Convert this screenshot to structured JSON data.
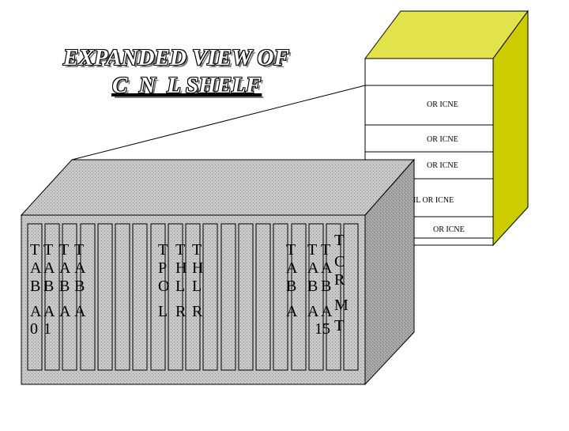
{
  "title": {
    "line1": "EXPANDED VIEW OF",
    "line2": "C  N  L SHELF"
  },
  "cabinet": {
    "shelf_labels": [
      "OR   ICNE",
      "OR   ICNE",
      "OR   ICNE",
      "NL  OR   ICNE",
      "OR   ICNE"
    ]
  },
  "shelf": {
    "columns": [
      [
        "T",
        "A",
        "B",
        "A",
        "0"
      ],
      [
        "T",
        "A",
        "B",
        "A",
        "1"
      ],
      [
        "T",
        "A",
        "B",
        "A",
        ""
      ],
      [
        "T",
        "A",
        "B",
        "A",
        ""
      ],
      [
        "T",
        "P",
        "O",
        "L",
        ""
      ],
      [
        "T",
        "H",
        "L",
        "R",
        ""
      ],
      [
        "T",
        "H",
        "L",
        "R",
        ""
      ],
      [
        "T",
        "A",
        "B",
        "A",
        ""
      ],
      [
        "T",
        "A",
        "B",
        "A",
        "15"
      ],
      [
        "T",
        "A",
        "B",
        "A",
        ""
      ],
      [
        "T",
        "C",
        "R",
        "M",
        "T"
      ]
    ]
  },
  "colors": {
    "cabinet_yellow": "#cccc00",
    "cabinet_side_light": "#e8e860",
    "shelf_gray": "#c9c9c9",
    "shelf_top": "#b8b8b8",
    "shelf_side": "#9a9a9a",
    "outline": "#000000"
  }
}
